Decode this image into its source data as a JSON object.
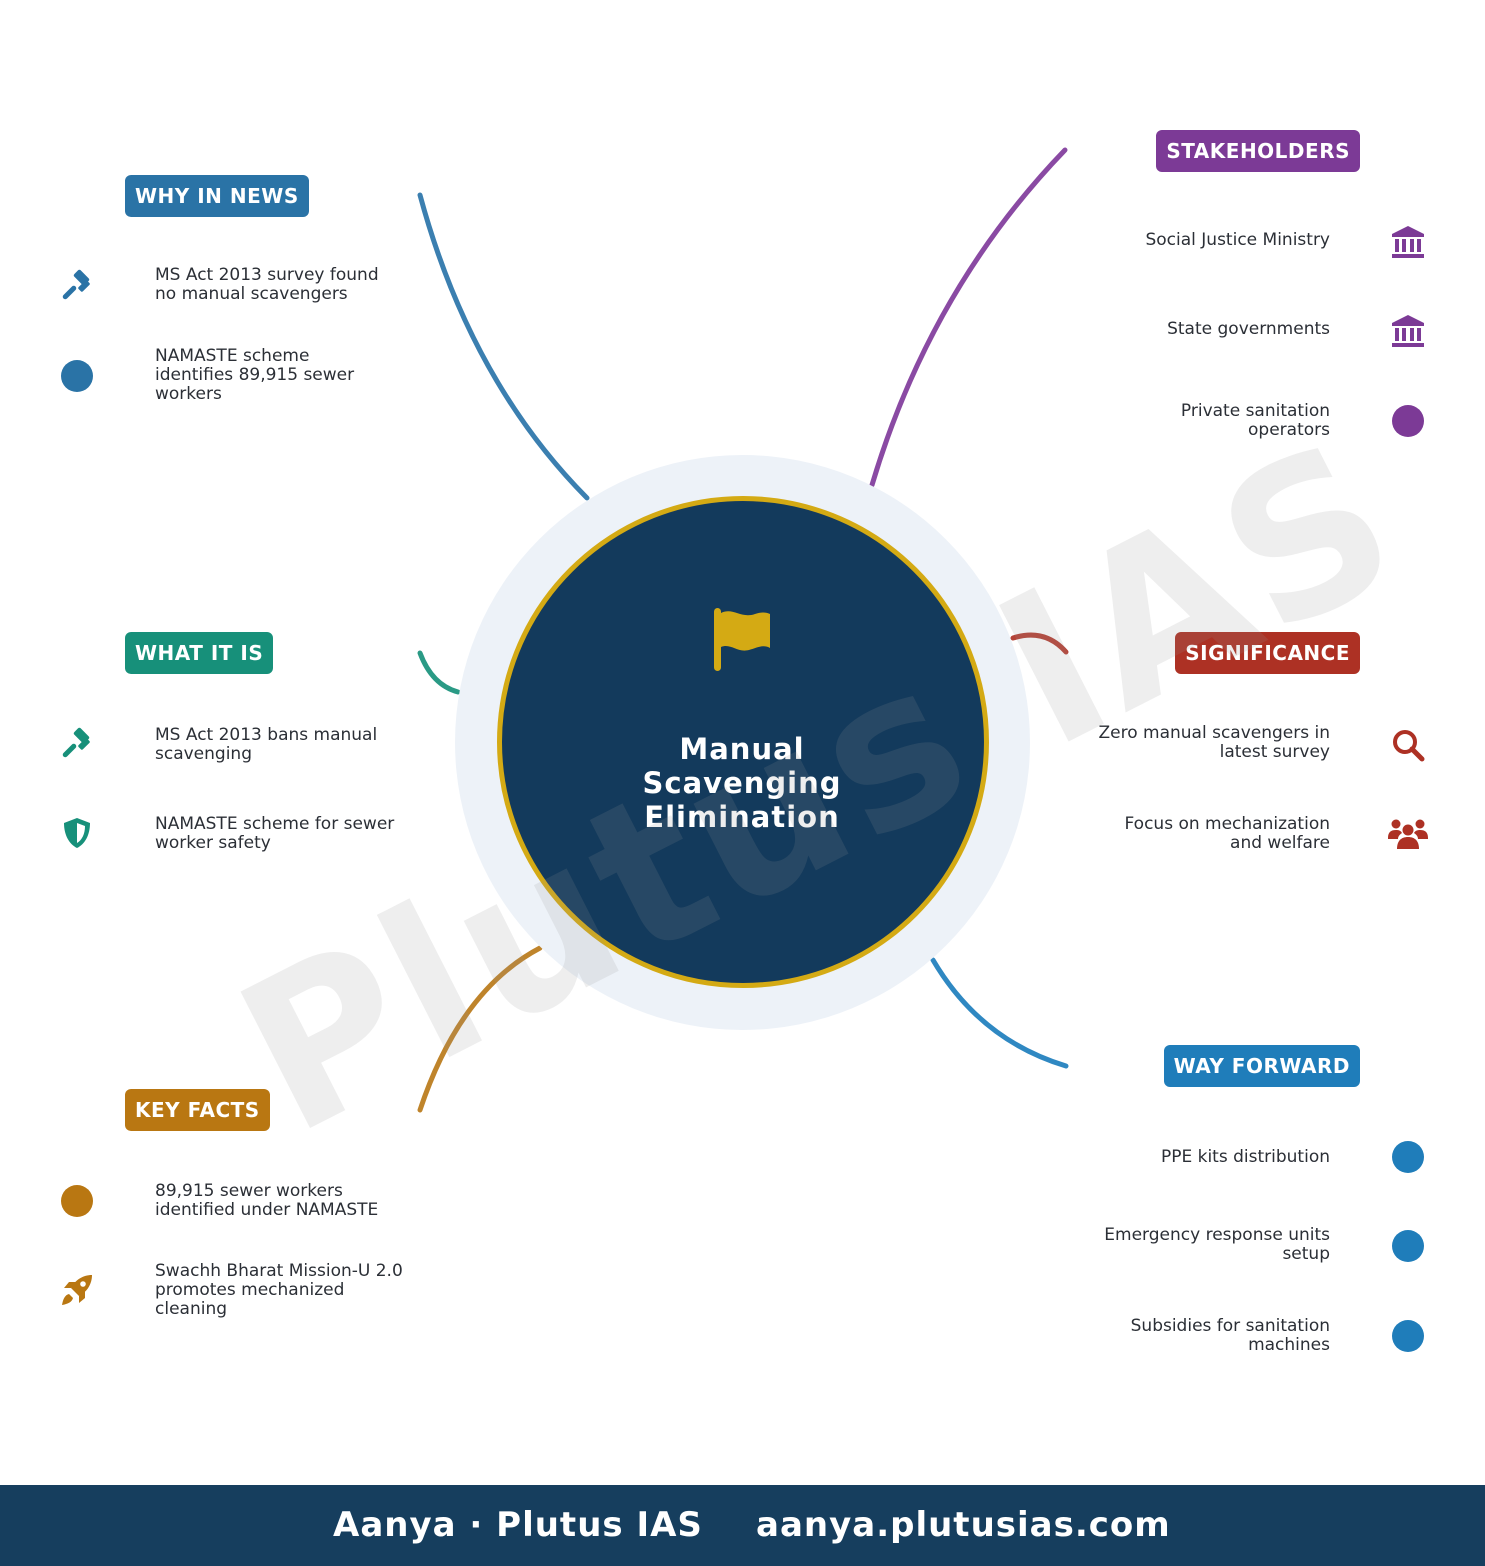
{
  "watermark": "Plutus IAS",
  "center": {
    "title_lines": [
      "Manual",
      "Scavenging",
      "Elimination"
    ],
    "icon": "flag-icon",
    "color": "#133a5c",
    "ring_color": "#d4aa14"
  },
  "sections": {
    "why_in_news": {
      "label": "WHY IN NEWS",
      "color": "#2a73a6",
      "items": [
        {
          "text": "MS Act 2013 survey found no manual scavengers",
          "icon": "gavel-icon"
        },
        {
          "text": "NAMASTE scheme identifies 89,915 sewer workers",
          "icon": "circle-icon"
        }
      ]
    },
    "what_it_is": {
      "label": "WHAT IT IS",
      "color": "#17907a",
      "items": [
        {
          "text": "MS Act 2013 bans manual scavenging",
          "icon": "gavel-icon"
        },
        {
          "text": "NAMASTE scheme for sewer worker safety",
          "icon": "shield-icon"
        }
      ]
    },
    "key_facts": {
      "label": "KEY FACTS",
      "color": "#b97712",
      "items": [
        {
          "text": "89,915 sewer workers identified under NAMASTE",
          "icon": "circle-icon"
        },
        {
          "text": "Swachh Bharat Mission-U 2.0 promotes mechanized cleaning",
          "icon": "rocket-icon"
        }
      ]
    },
    "stakeholders": {
      "label": "STAKEHOLDERS",
      "color": "#7c3a96",
      "items": [
        {
          "text": "Social Justice Ministry",
          "icon": "bank-icon"
        },
        {
          "text": "State governments",
          "icon": "bank-icon"
        },
        {
          "text": "Private sanitation operators",
          "icon": "circle-icon"
        }
      ]
    },
    "significance": {
      "label": "SIGNIFICANCE",
      "color": "#ad3124",
      "items": [
        {
          "text": "Zero manual scavengers in latest survey",
          "icon": "search-icon"
        },
        {
          "text": "Focus on mechanization and welfare",
          "icon": "users-icon"
        }
      ]
    },
    "way_forward": {
      "label": "WAY FORWARD",
      "color": "#1f7dba",
      "items": [
        {
          "text": "PPE kits distribution",
          "icon": "circle-icon"
        },
        {
          "text": "Emergency response units setup",
          "icon": "circle-icon"
        },
        {
          "text": "Subsidies for sanitation machines",
          "icon": "circle-icon"
        }
      ]
    }
  },
  "footer": {
    "brand": "Aanya · Plutus IAS",
    "url": "aanya.plutusias.com"
  }
}
